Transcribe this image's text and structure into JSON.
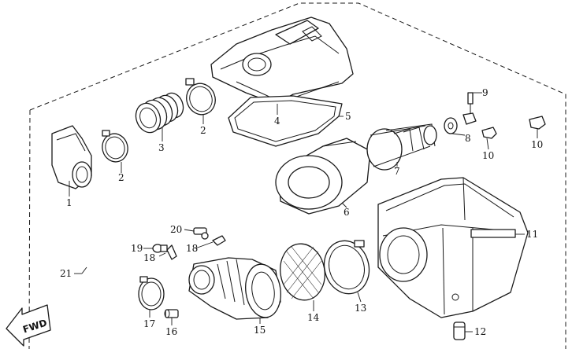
{
  "callouts": [
    {
      "id": "c1",
      "label": "1"
    },
    {
      "id": "c2a",
      "label": "2"
    },
    {
      "id": "c2b",
      "label": "2"
    },
    {
      "id": "c3",
      "label": "3"
    },
    {
      "id": "c4",
      "label": "4"
    },
    {
      "id": "c5",
      "label": "5"
    },
    {
      "id": "c6",
      "label": "6"
    },
    {
      "id": "c7",
      "label": "7"
    },
    {
      "id": "c8",
      "label": "8"
    },
    {
      "id": "c9",
      "label": "9"
    },
    {
      "id": "c10a",
      "label": "10"
    },
    {
      "id": "c10b",
      "label": "10"
    },
    {
      "id": "c11",
      "label": "11"
    },
    {
      "id": "c12",
      "label": "12"
    },
    {
      "id": "c13",
      "label": "13"
    },
    {
      "id": "c14",
      "label": "14"
    },
    {
      "id": "c15",
      "label": "15"
    },
    {
      "id": "c16",
      "label": "16"
    },
    {
      "id": "c17",
      "label": "17"
    },
    {
      "id": "c18a",
      "label": "18"
    },
    {
      "id": "c18b",
      "label": "18"
    },
    {
      "id": "c19",
      "label": "19"
    },
    {
      "id": "c20",
      "label": "20"
    },
    {
      "id": "c21",
      "label": "21"
    }
  ],
  "fwd_label": "FWD"
}
